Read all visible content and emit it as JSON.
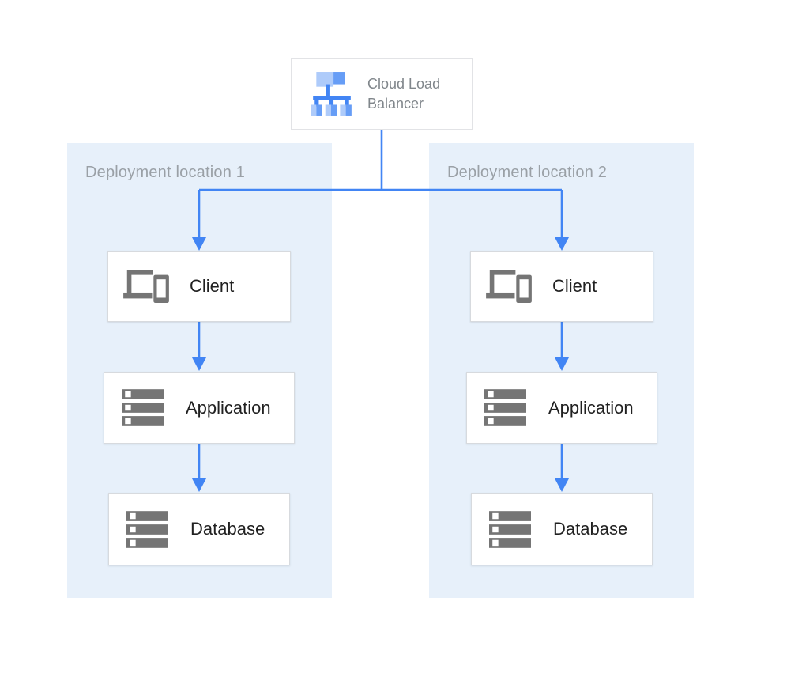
{
  "load_balancer": {
    "label": "Cloud Load Balancer",
    "icon": "load-balancer-icon"
  },
  "locations": [
    {
      "label": "Deployment location 1",
      "nodes": [
        {
          "label": "Client",
          "icon": "client-devices-icon"
        },
        {
          "label": "Application",
          "icon": "server-stack-icon"
        },
        {
          "label": "Database",
          "icon": "server-stack-icon"
        }
      ]
    },
    {
      "label": "Deployment location 2",
      "nodes": [
        {
          "label": "Client",
          "icon": "client-devices-icon"
        },
        {
          "label": "Application",
          "icon": "server-stack-icon"
        },
        {
          "label": "Database",
          "icon": "server-stack-icon"
        }
      ]
    }
  ],
  "connections": [
    {
      "from": "cloud-load-balancer",
      "to": "location-1-client"
    },
    {
      "from": "cloud-load-balancer",
      "to": "location-2-client"
    },
    {
      "from": "location-1-client",
      "to": "location-1-application"
    },
    {
      "from": "location-1-application",
      "to": "location-1-database"
    },
    {
      "from": "location-2-client",
      "to": "location-2-application"
    },
    {
      "from": "location-2-application",
      "to": "location-2-database"
    }
  ],
  "colors": {
    "accent_blue": "#4285f4",
    "panel_blue": "#e7f0fa",
    "icon_gray": "#757575",
    "label_gray": "#9aa0a6",
    "lb_text": "#80868b",
    "node_text": "#212121",
    "box_border": "#d7dade",
    "lb_border": "#e2e3e6",
    "lb_icon_light": "#aecbfa",
    "lb_icon_medium": "#669df6"
  }
}
